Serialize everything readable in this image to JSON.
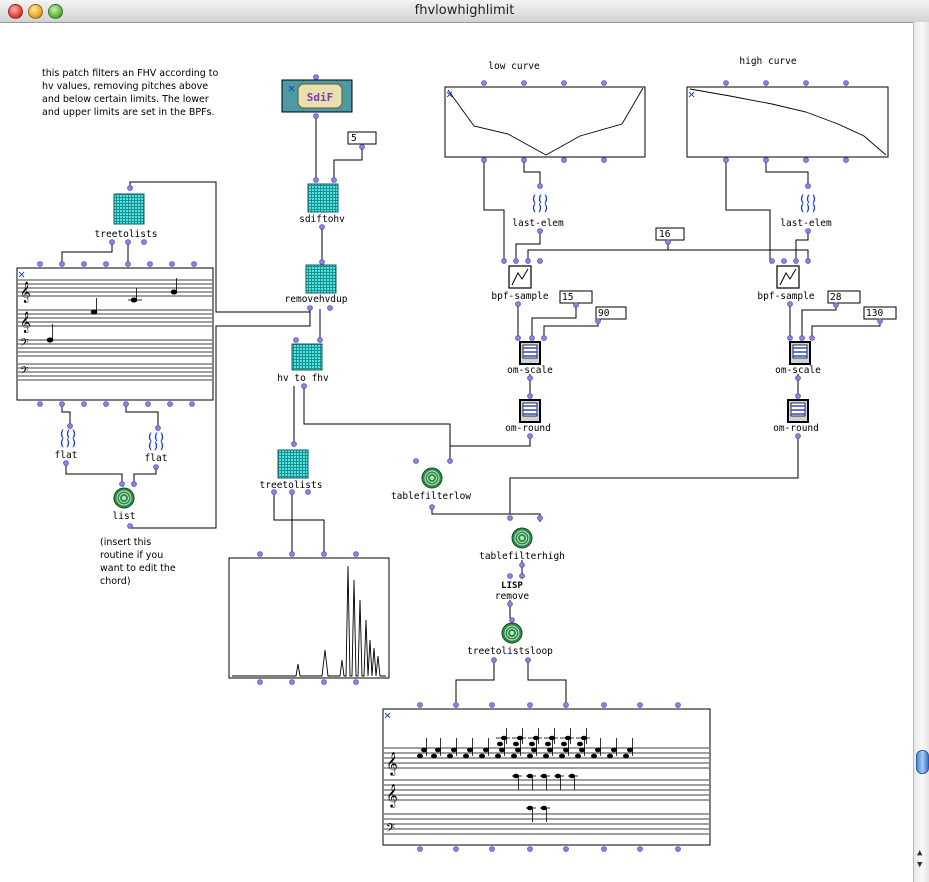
{
  "window": {
    "title": "fhvlowhighlimit"
  },
  "comments": {
    "intro": [
      "this patch filters an FHV according to",
      "hv values, removing pitches above",
      "and below certain limits.  The lower",
      "and upper limits are set in the BPFs."
    ],
    "insert": [
      "(insert this",
      "routine if you",
      "want to edit the",
      "chord)"
    ]
  },
  "boxes": {
    "sdif_icon": "SdiF",
    "sdiftohv": "sdiftohv",
    "removehvdup": "removehvdup",
    "hv_to_fhv": "hv to fhv",
    "treetolists_top": "treetolists",
    "treetolists_mid": "treetolists",
    "flat_1": "flat",
    "flat_2": "flat",
    "list": "list",
    "low_curve": "low curve",
    "high_curve": "high curve",
    "last_elem_1": "last-elem",
    "last_elem_2": "last-elem",
    "bpf_sample_1": "bpf-sample",
    "bpf_sample_2": "bpf-sample",
    "om_scale_1": "om-scale",
    "om_scale_2": "om-scale",
    "om_round_1": "om-round",
    "om_round_2": "om-round",
    "tablefilterlow": "tablefilterlow",
    "tablefilterhigh": "tablefilterhigh",
    "lisp_icon": "LISP",
    "remove": "remove",
    "treetolistsloop": "treetolistsloop"
  },
  "values": {
    "v5": "5",
    "v16": "16",
    "v15": "15",
    "v90": "90",
    "v28": "28",
    "v130": "130"
  },
  "colors": {
    "inlet": "#8f7fe8",
    "pattern": "#2ec4c4",
    "spiral": "#2f8a4a",
    "close_x": "#1a3dd6"
  }
}
